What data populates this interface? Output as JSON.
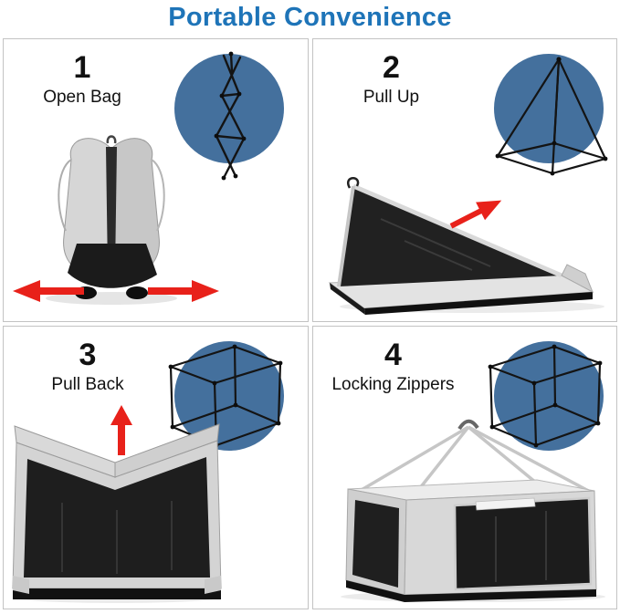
{
  "title": "Portable Convenience",
  "colors": {
    "title_blue": "#1e74b8",
    "circle_blue": "#44709d",
    "arrow_red": "#e8211a"
  },
  "steps": [
    {
      "number": "1",
      "label": "Open Bag"
    },
    {
      "number": "2",
      "label": "Pull Up"
    },
    {
      "number": "3",
      "label": "Pull Back"
    },
    {
      "number": "4",
      "label": "Locking Zippers"
    }
  ]
}
